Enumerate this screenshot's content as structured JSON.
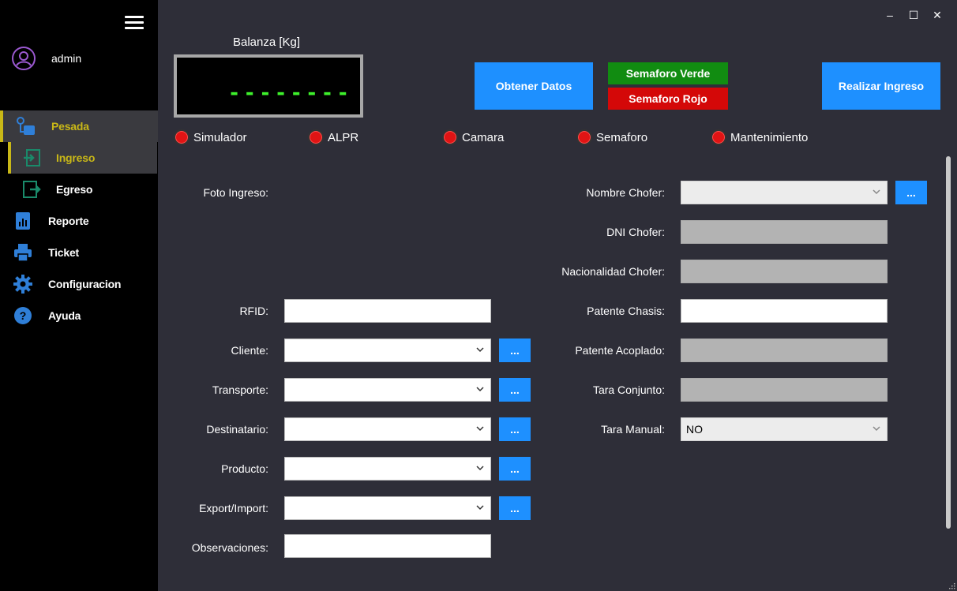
{
  "sidebar": {
    "user": "admin",
    "items": [
      {
        "label": "Pesada",
        "icon": "scale-icon"
      },
      {
        "label": "Ingreso",
        "icon": "entry-icon"
      },
      {
        "label": "Egreso",
        "icon": "exit-icon"
      },
      {
        "label": "Reporte",
        "icon": "report-icon"
      },
      {
        "label": "Ticket",
        "icon": "printer-icon"
      },
      {
        "label": "Configuracion",
        "icon": "gear-icon"
      },
      {
        "label": "Ayuda",
        "icon": "help-icon"
      }
    ]
  },
  "header": {
    "balanza_title": "Balanza [Kg]",
    "scale_display": "--------",
    "obtener_datos": "Obtener Datos",
    "semaforo_verde": "Semaforo Verde",
    "semaforo_rojo": "Semaforo Rojo",
    "realizar_ingreso": "Realizar Ingreso"
  },
  "status": [
    "Simulador",
    "ALPR",
    "Camara",
    "Semaforo",
    "Mantenimiento"
  ],
  "form_left": {
    "foto_ingreso": "Foto Ingreso:",
    "rfid": "RFID:",
    "cliente": "Cliente:",
    "transporte": "Transporte:",
    "destinatario": "Destinatario:",
    "producto": "Producto:",
    "export_import": "Export/Import:",
    "observaciones": "Observaciones:"
  },
  "form_right": {
    "nombre_chofer": "Nombre Chofer:",
    "dni_chofer": "DNI Chofer:",
    "nacionalidad_chofer": "Nacionalidad Chofer:",
    "patente_chasis": "Patente Chasis:",
    "patente_acoplado": "Patente Acoplado:",
    "tara_conjunto": "Tara Conjunto:",
    "tara_manual": "Tara Manual:",
    "tara_manual_value": "NO"
  },
  "dots_label": "...",
  "window": {
    "minimize": "–",
    "maximize": "☐",
    "close": "✕"
  },
  "colors": {
    "accent": "#1e90ff",
    "active": "#c9b817",
    "panel": "#2e2e38",
    "led_off": "#e01414"
  }
}
